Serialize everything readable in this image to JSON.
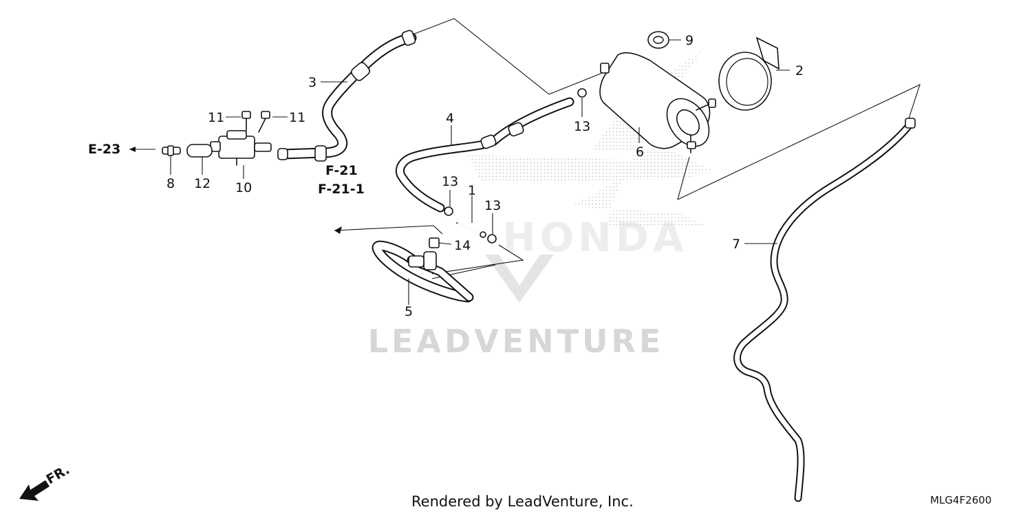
{
  "diagram": {
    "callouts": [
      {
        "id": "c1",
        "label": "1"
      },
      {
        "id": "c2",
        "label": "2"
      },
      {
        "id": "c3",
        "label": "3"
      },
      {
        "id": "c4",
        "label": "4"
      },
      {
        "id": "c5",
        "label": "5"
      },
      {
        "id": "c6",
        "label": "6"
      },
      {
        "id": "c7",
        "label": "7"
      },
      {
        "id": "c8",
        "label": "8"
      },
      {
        "id": "c9",
        "label": "9"
      },
      {
        "id": "c10",
        "label": "10"
      },
      {
        "id": "c11a",
        "label": "11"
      },
      {
        "id": "c11b",
        "label": "11"
      },
      {
        "id": "c12",
        "label": "12"
      },
      {
        "id": "c13a",
        "label": "13"
      },
      {
        "id": "c13b",
        "label": "13"
      },
      {
        "id": "c13c",
        "label": "13"
      },
      {
        "id": "c14",
        "label": "14"
      }
    ],
    "references": {
      "e23": "E-23",
      "f21": "F-21",
      "f211": "F-21-1"
    },
    "front_indicator": "FR.",
    "watermark": {
      "brand": "HONDA",
      "company": "LEADVENTURE"
    }
  },
  "footer": {
    "rendered_by": "Rendered by LeadVenture, Inc.",
    "diagram_code": "MLG4F2600"
  },
  "colors": {
    "ink": "#111111",
    "watermark": "#d7d7d7"
  }
}
